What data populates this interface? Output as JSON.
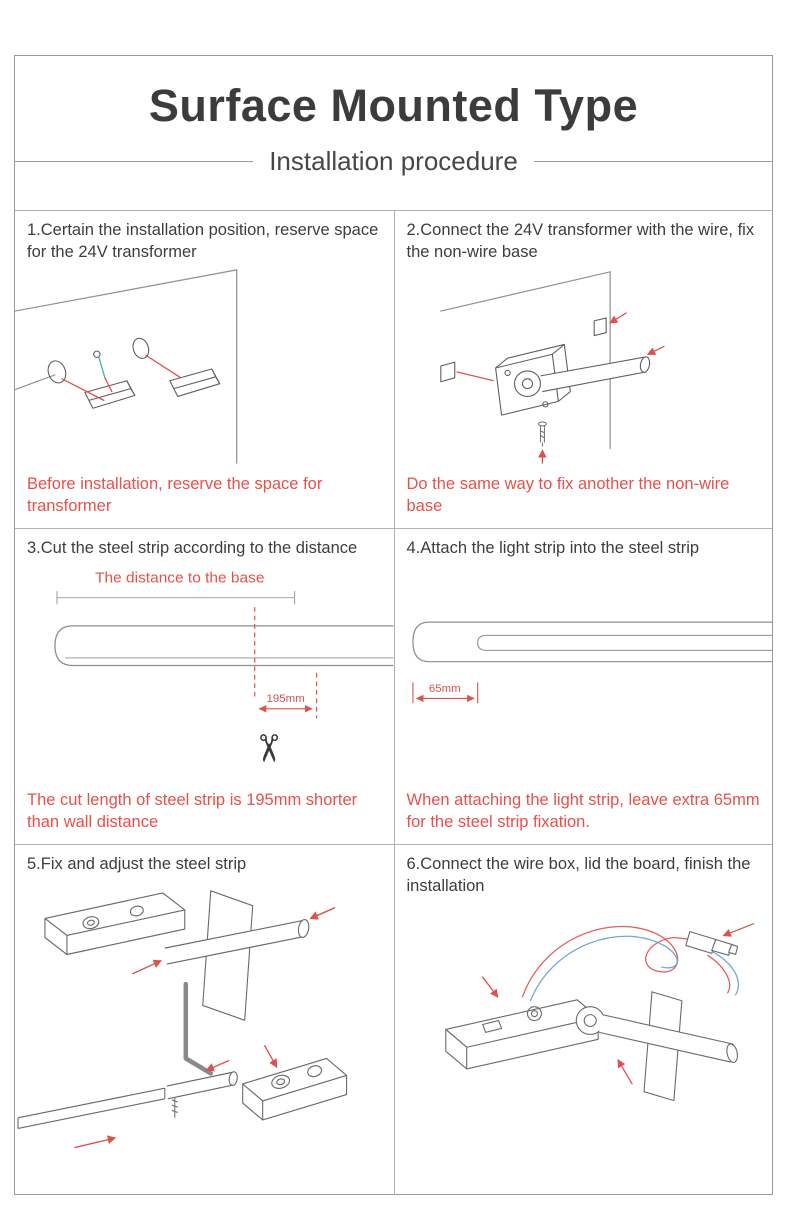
{
  "page": {
    "title": "Surface Mounted Type",
    "subtitle": "Installation procedure"
  },
  "colors": {
    "accent_red": "#e8504a",
    "line_gray": "#9a9a9a"
  },
  "icons": {
    "scissors": "✂"
  },
  "steps": [
    {
      "heading": "1.Certain the installation position, reserve space for the 24V transformer",
      "caption": "Before installation, reserve the space for transformer"
    },
    {
      "heading": "2.Connect the 24V transformer with the wire, fix the non-wire base",
      "caption": "Do the same way to fix another the non-wire base"
    },
    {
      "heading": "3.Cut the steel strip according to the distance",
      "label": "The distance to the base",
      "measurement": "195mm",
      "caption": "The cut length of steel strip is 195mm shorter than wall distance"
    },
    {
      "heading": "4.Attach the light strip into the steel strip",
      "measurement": "65mm",
      "caption": "When attaching the light strip, leave extra 65mm for the steel strip fixation."
    },
    {
      "heading": "5.Fix and adjust the steel strip"
    },
    {
      "heading": "6.Connect the wire box, lid the board, finish the installation"
    }
  ]
}
